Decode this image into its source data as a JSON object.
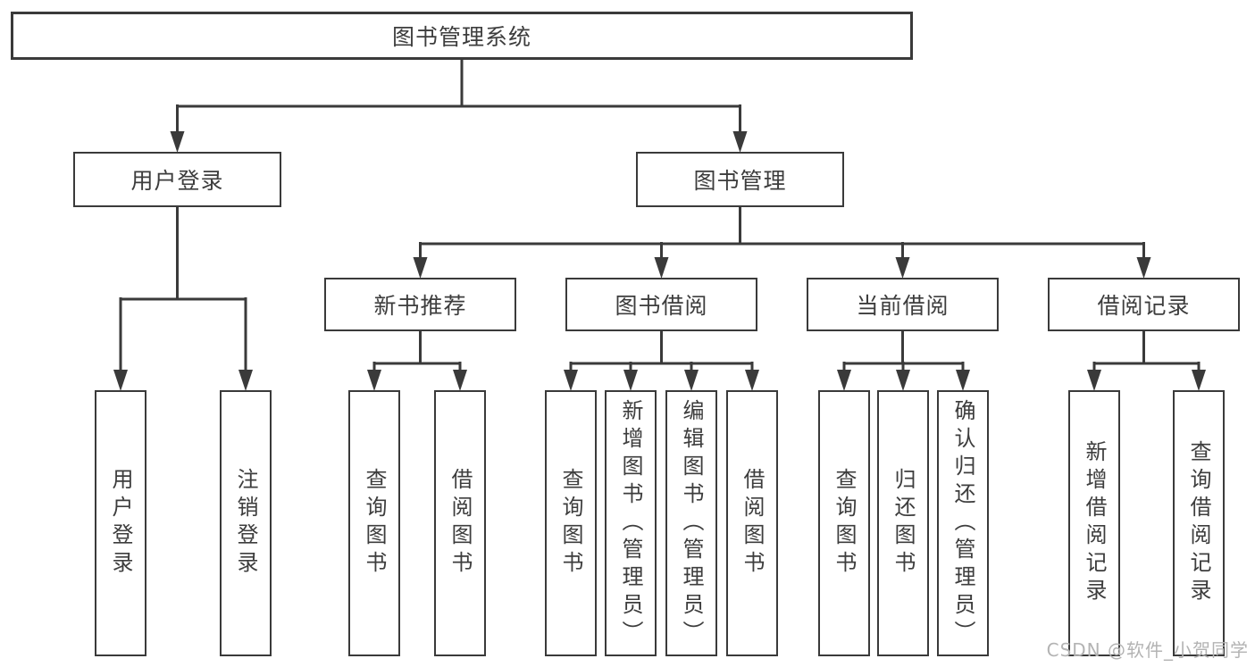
{
  "tree": {
    "label": "图书管理系统",
    "children": [
      {
        "label": "用户登录",
        "children": [
          {
            "label": "用户登录"
          },
          {
            "label": "注销登录"
          }
        ]
      },
      {
        "label": "图书管理",
        "children": [
          {
            "label": "新书推荐",
            "children": [
              {
                "label": "查询图书"
              },
              {
                "label": "借阅图书"
              }
            ]
          },
          {
            "label": "图书借阅",
            "children": [
              {
                "label": "查询图书"
              },
              {
                "label": "新增图书（管理员）"
              },
              {
                "label": "编辑图书（管理员）"
              },
              {
                "label": "借阅图书"
              }
            ]
          },
          {
            "label": "当前借阅",
            "children": [
              {
                "label": "查询图书"
              },
              {
                "label": "归还图书"
              },
              {
                "label": "确认归还（管理员）"
              }
            ]
          },
          {
            "label": "借阅记录",
            "children": [
              {
                "label": "新增借阅记录"
              },
              {
                "label": "查询借阅记录"
              }
            ]
          }
        ]
      }
    ]
  },
  "watermark": "CSDN @软件_小贺同学",
  "colors": {
    "line": "#3a3a3a",
    "text": "#3d3d3d",
    "wm": "#b3b3b3",
    "bg": "#ffffff"
  }
}
